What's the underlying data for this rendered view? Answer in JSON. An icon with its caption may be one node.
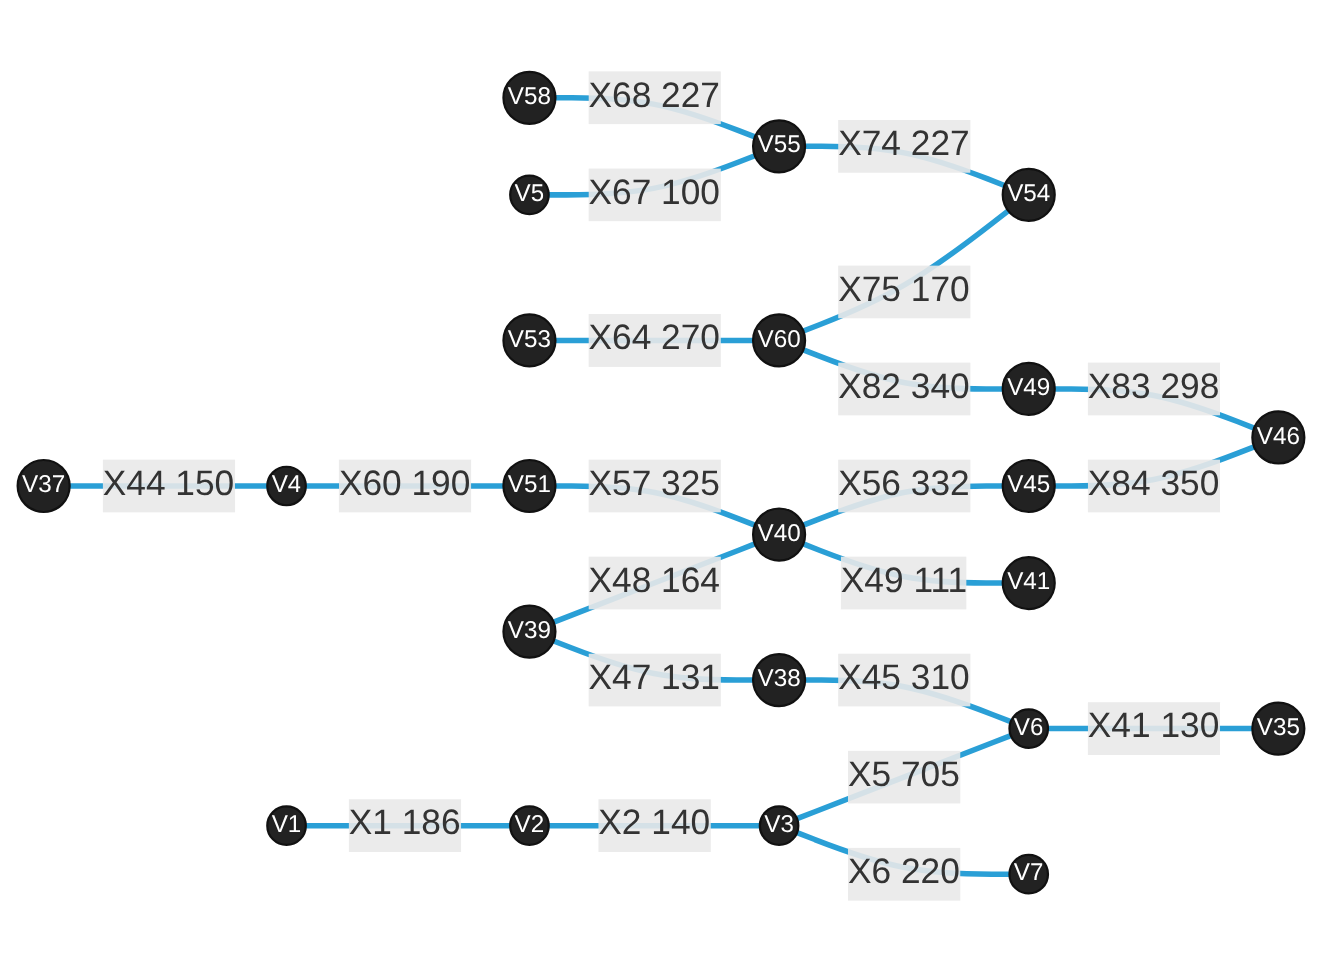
{
  "diagram": {
    "nodes": [
      {
        "text": [
          "V58"
        ]
      },
      {
        "text": [
          "V5"
        ]
      },
      {
        "text": [
          "V55"
        ]
      },
      {
        "text": [
          "V53"
        ]
      },
      {
        "text": [
          "V4"
        ]
      },
      {
        "text": [
          "V51"
        ]
      },
      {
        "text": [
          "V60"
        ]
      },
      {
        "text": [
          "V54"
        ]
      },
      {
        "text": [
          "V49"
        ]
      },
      {
        "text": [
          "V37"
        ]
      },
      {
        "text": [
          "V39"
        ]
      },
      {
        "text": [
          "V40"
        ]
      },
      {
        "text": [
          "V45"
        ]
      },
      {
        "text": [
          "V46"
        ]
      },
      {
        "text": [
          "V38"
        ]
      },
      {
        "text": [
          "V41"
        ]
      },
      {
        "text": [
          "V1"
        ]
      },
      {
        "text": [
          "V2"
        ]
      },
      {
        "text": [
          "V3"
        ]
      },
      {
        "text": [
          "V6"
        ]
      },
      {
        "text": [
          "V35"
        ]
      },
      {
        "text": [
          "V7"
        ]
      }
    ],
    "edges": [
      {
        "from": 16,
        "to": 17,
        "arrow": "none",
        "label": "X1 186"
      },
      {
        "from": 17,
        "to": 18,
        "arrow": "none",
        "label": "X2 140"
      },
      {
        "from": 18,
        "to": 19,
        "arrow": "none",
        "label": "X5 705"
      },
      {
        "from": 18,
        "to": 21,
        "arrow": "none",
        "label": "X6 220"
      },
      {
        "from": 19,
        "to": 20,
        "arrow": "none",
        "label": "X41 130"
      },
      {
        "from": 14,
        "to": 19,
        "arrow": "none",
        "label": "X45 310"
      },
      {
        "from": 10,
        "to": 14,
        "arrow": "none",
        "label": "X47 131"
      },
      {
        "from": 10,
        "to": 11,
        "arrow": "none",
        "label": "X48 164"
      },
      {
        "from": 11,
        "to": 15,
        "arrow": "none",
        "label": "X49 111"
      },
      {
        "from": 5,
        "to": 11,
        "arrow": "none",
        "label": "X57 325"
      },
      {
        "from": 4,
        "to": 5,
        "arrow": "none",
        "label": "X60 190"
      },
      {
        "from": 9,
        "to": 4,
        "arrow": "none",
        "label": "X44 150"
      },
      {
        "from": 11,
        "to": 12,
        "arrow": "none",
        "label": "X56 332"
      },
      {
        "from": 12,
        "to": 13,
        "arrow": "none",
        "label": "X84 350"
      },
      {
        "from": 8,
        "to": 13,
        "arrow": "none",
        "label": "X83 298"
      },
      {
        "from": 6,
        "to": 8,
        "arrow": "none",
        "label": "X82 340"
      },
      {
        "from": 6,
        "to": 7,
        "arrow": "none",
        "label": "X75 170"
      },
      {
        "from": 3,
        "to": 6,
        "arrow": "none",
        "label": "X64 270"
      },
      {
        "from": 2,
        "to": 7,
        "arrow": "none",
        "label": "X74 227"
      },
      {
        "from": 1,
        "to": 2,
        "arrow": "none",
        "label": "X67 100"
      },
      {
        "from": 0,
        "to": 2,
        "arrow": "none",
        "label": "X68 227"
      }
    ]
  }
}
